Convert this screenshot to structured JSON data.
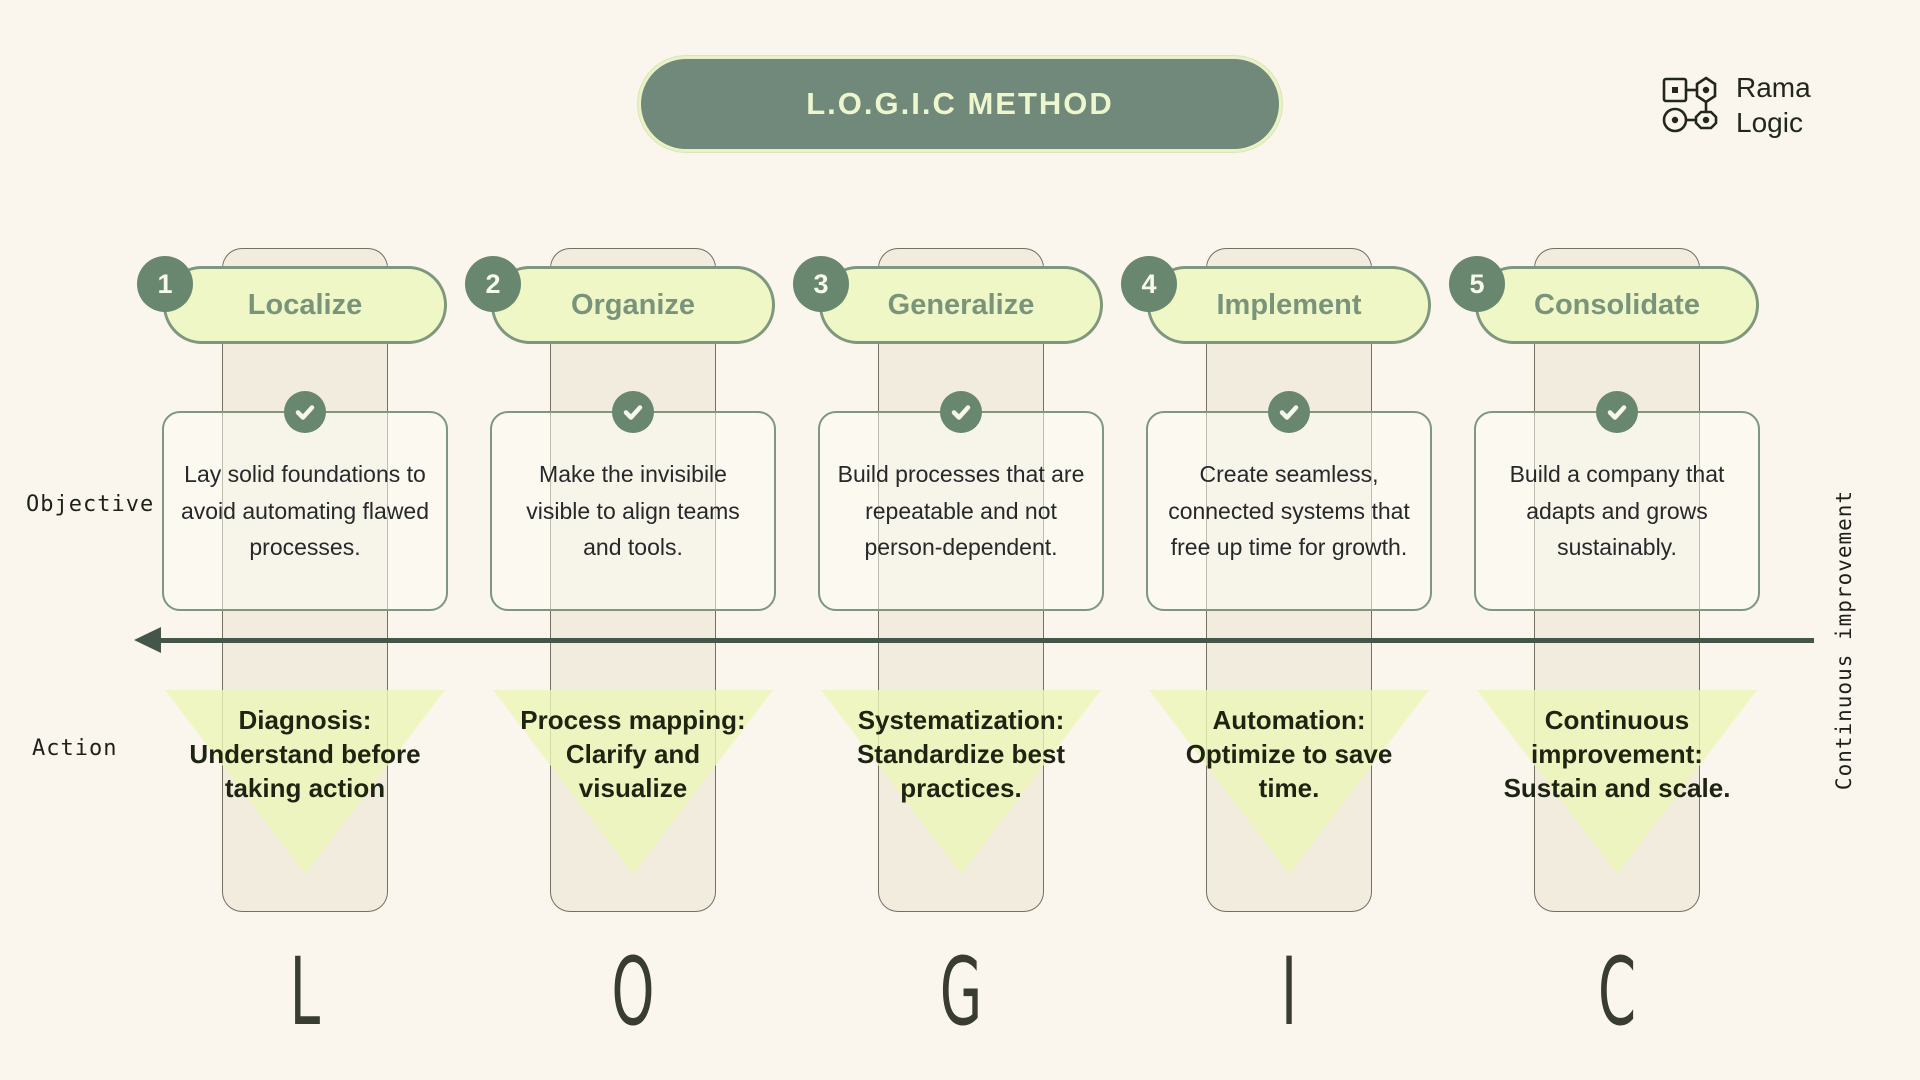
{
  "title": "L.O.G.I.C METHOD",
  "brand": {
    "line1": "Rama",
    "line2": "Logic"
  },
  "row_labels": {
    "objective": "Objective",
    "action": "Action"
  },
  "arrow_label": "Continuous improvement",
  "columns": [
    {
      "number": "1",
      "name": "Localize",
      "letter": "L",
      "objective": "Lay solid foundations to avoid automating flawed processes.",
      "action": "Diagnosis: Understand before taking action"
    },
    {
      "number": "2",
      "name": "Organize",
      "letter": "O",
      "objective": "Make the invisibile visible to align teams and tools.",
      "action": "Process mapping: Clarify and visualize"
    },
    {
      "number": "3",
      "name": "Generalize",
      "letter": "G",
      "objective": "Build processes that are repeatable and not person-dependent.",
      "action": "Systematization: Standardize best practices."
    },
    {
      "number": "4",
      "name": "Implement",
      "letter": "I",
      "objective": "Create seamless, connected systems that free up time for growth.",
      "action": "Automation: Optimize to save time."
    },
    {
      "number": "5",
      "name": "Consolidate",
      "letter": "C",
      "objective": "Build a company that adapts and grows sustainably.",
      "action": "Continuous improvement: Sustain and scale."
    }
  ],
  "colors": {
    "background": "#FAF6EE",
    "accent_green": "#70897A",
    "sage_border": "#7E977E",
    "pill_yellow": "#EFF7C6",
    "triangle_yellow": "#ECF6B6",
    "strip_beige": "#F2ECDF",
    "arrow_dark": "#465549",
    "dark_text": "#23271F"
  }
}
